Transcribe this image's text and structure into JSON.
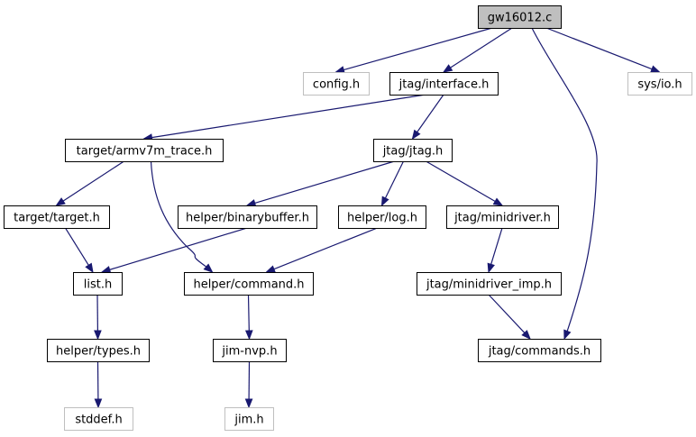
{
  "graph": {
    "edge_color": "#191970",
    "root_fill": "#bfbfbf",
    "external_border": "#bfbfbf",
    "nodes": [
      {
        "id": "gw16012_c",
        "label": "gw16012.c",
        "kind": "root"
      },
      {
        "id": "config_h",
        "label": "config.h",
        "kind": "external"
      },
      {
        "id": "jtag_interface_h",
        "label": "jtag/interface.h",
        "kind": "internal"
      },
      {
        "id": "sys_io_h",
        "label": "sys/io.h",
        "kind": "external"
      },
      {
        "id": "target_armv7m_trace_h",
        "label": "target/armv7m_trace.h",
        "kind": "internal"
      },
      {
        "id": "jtag_jtag_h",
        "label": "jtag/jtag.h",
        "kind": "internal"
      },
      {
        "id": "target_target_h",
        "label": "target/target.h",
        "kind": "internal"
      },
      {
        "id": "helper_binarybuffer_h",
        "label": "helper/binarybuffer.h",
        "kind": "internal"
      },
      {
        "id": "helper_log_h",
        "label": "helper/log.h",
        "kind": "internal"
      },
      {
        "id": "jtag_minidriver_h",
        "label": "jtag/minidriver.h",
        "kind": "internal"
      },
      {
        "id": "list_h",
        "label": "list.h",
        "kind": "internal"
      },
      {
        "id": "helper_command_h",
        "label": "helper/command.h",
        "kind": "internal"
      },
      {
        "id": "jtag_minidriver_imp_h",
        "label": "jtag/minidriver_imp.h",
        "kind": "internal"
      },
      {
        "id": "helper_types_h",
        "label": "helper/types.h",
        "kind": "internal"
      },
      {
        "id": "jim_nvp_h",
        "label": "jim-nvp.h",
        "kind": "internal"
      },
      {
        "id": "jtag_commands_h",
        "label": "jtag/commands.h",
        "kind": "internal"
      },
      {
        "id": "stddef_h",
        "label": "stddef.h",
        "kind": "external"
      },
      {
        "id": "jim_h",
        "label": "jim.h",
        "kind": "external"
      }
    ],
    "edges": [
      {
        "from": "gw16012_c",
        "to": "config_h"
      },
      {
        "from": "gw16012_c",
        "to": "jtag_interface_h"
      },
      {
        "from": "gw16012_c",
        "to": "sys_io_h"
      },
      {
        "from": "gw16012_c",
        "to": "jtag_commands_h"
      },
      {
        "from": "jtag_interface_h",
        "to": "target_armv7m_trace_h"
      },
      {
        "from": "jtag_interface_h",
        "to": "jtag_jtag_h"
      },
      {
        "from": "target_armv7m_trace_h",
        "to": "target_target_h"
      },
      {
        "from": "target_armv7m_trace_h",
        "to": "helper_command_h"
      },
      {
        "from": "jtag_jtag_h",
        "to": "helper_binarybuffer_h"
      },
      {
        "from": "jtag_jtag_h",
        "to": "helper_log_h"
      },
      {
        "from": "jtag_jtag_h",
        "to": "jtag_minidriver_h"
      },
      {
        "from": "target_target_h",
        "to": "list_h"
      },
      {
        "from": "helper_binarybuffer_h",
        "to": "list_h"
      },
      {
        "from": "helper_log_h",
        "to": "helper_command_h"
      },
      {
        "from": "jtag_minidriver_h",
        "to": "jtag_minidriver_imp_h"
      },
      {
        "from": "list_h",
        "to": "helper_types_h"
      },
      {
        "from": "helper_command_h",
        "to": "jim_nvp_h"
      },
      {
        "from": "jtag_minidriver_imp_h",
        "to": "jtag_commands_h"
      },
      {
        "from": "helper_types_h",
        "to": "stddef_h"
      },
      {
        "from": "jim_nvp_h",
        "to": "jim_h"
      }
    ]
  }
}
